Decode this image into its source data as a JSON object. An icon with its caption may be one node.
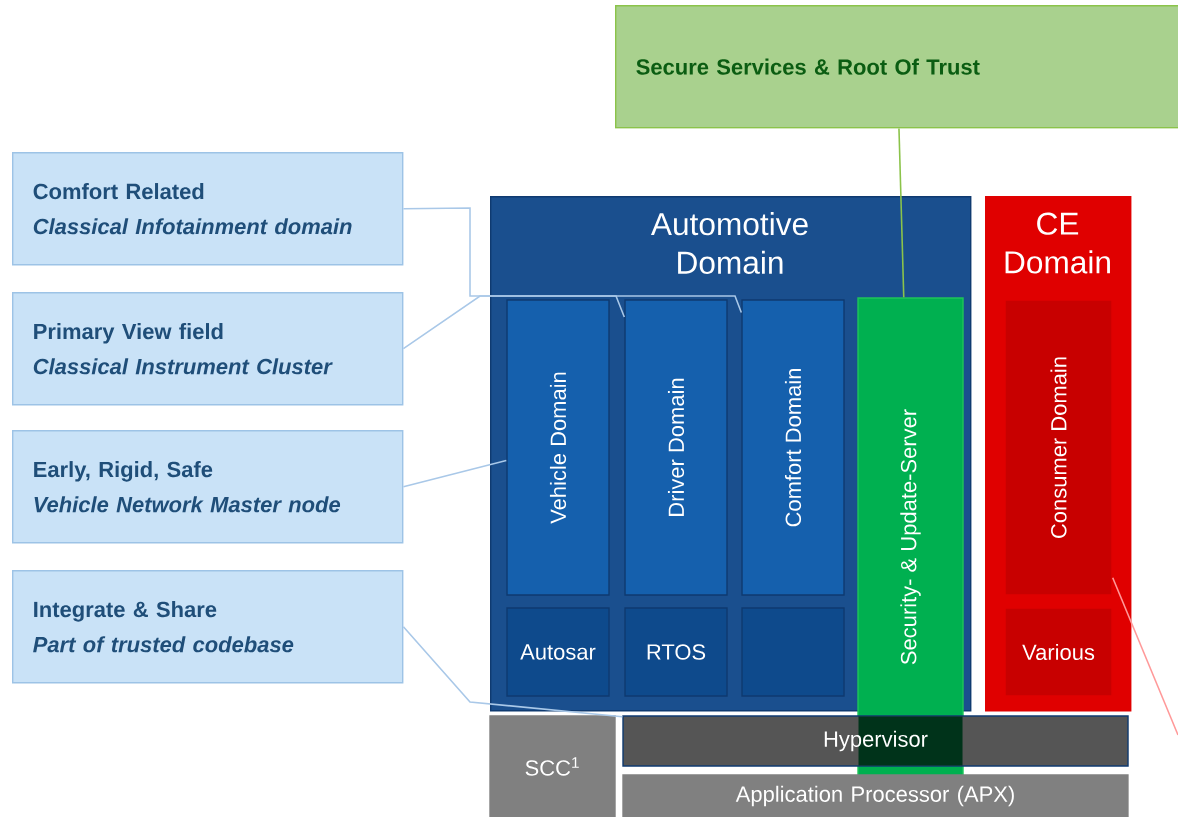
{
  "diagram": {
    "nodes": [
      {
        "text": [
          "Secure Services & Root Of Trust"
        ]
      },
      {
        "text": [
          "Comfort Related",
          "Classical Infotainment domain"
        ]
      },
      {
        "text": [
          "Primary View field",
          "Classical Instrument Cluster"
        ]
      },
      {
        "text": [
          "Early, Rigid, Safe",
          "Vehicle Network Master node"
        ]
      },
      {
        "text": [
          "Integrate & Share",
          "Part of trusted codebase"
        ]
      },
      {
        "text": [
          "Automotive Domain"
        ]
      },
      {
        "text": [
          "Vehicle Domain"
        ],
        "in": 5
      },
      {
        "text": [
          "Driver Domain"
        ],
        "in": 5
      },
      {
        "text": [
          "Comfort Domain"
        ],
        "in": 5
      },
      {
        "text": [
          "Autosar"
        ],
        "in": 5
      },
      {
        "text": [
          "RTOS"
        ],
        "in": 5
      },
      {
        "text": [],
        "shape": "box",
        "in": 5
      },
      {
        "text": [
          "Security- & Update-Server"
        ]
      },
      {
        "text": [
          "CE Domain"
        ]
      },
      {
        "text": [
          "Consumer Domain"
        ],
        "in": 13
      },
      {
        "text": [
          "Various"
        ],
        "in": 13
      },
      {
        "text": [
          "SCC$^{1}$"
        ]
      },
      {
        "text": [
          "Hypervisor"
        ]
      },
      {
        "text": [
          "Application Processor (APX)"
        ]
      }
    ],
    "edges": [
      {
        "from": 0,
        "to": 12,
        "arrow": "none",
        "color": "#8bc34a"
      },
      {
        "from": 1,
        "to": 8,
        "arrow": "none"
      },
      {
        "from": 2,
        "to": 7,
        "arrow": "none"
      },
      {
        "from": 3,
        "to": 6,
        "arrow": "none"
      },
      {
        "from": 4,
        "to": 17,
        "arrow": "none"
      },
      {
        "from": 14,
        "to": null,
        "arrow": "none",
        "color": "#ff9999"
      }
    ]
  }
}
